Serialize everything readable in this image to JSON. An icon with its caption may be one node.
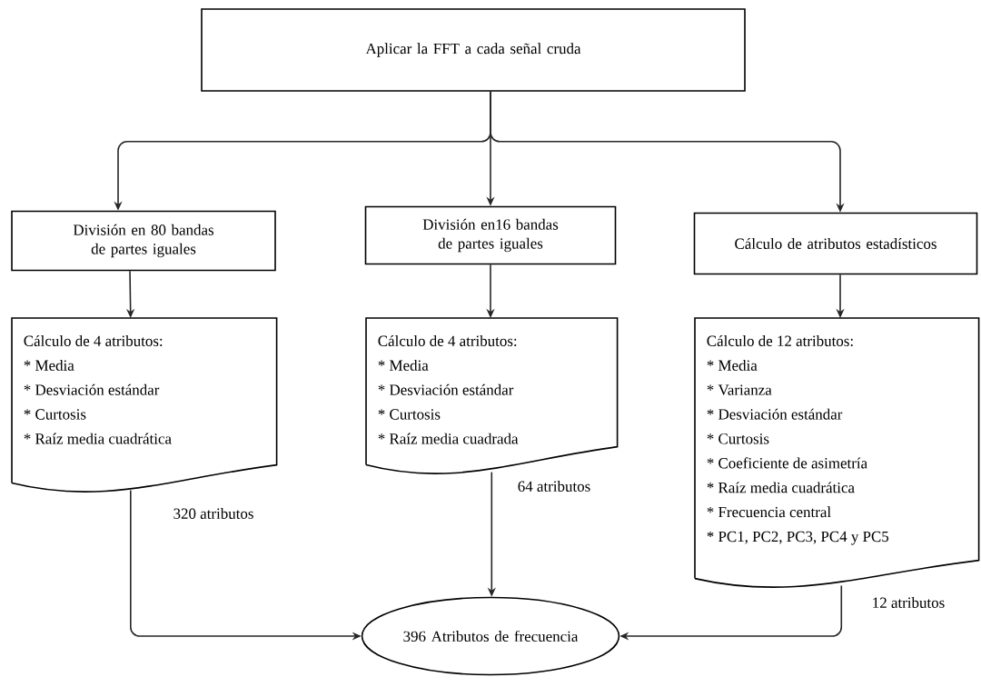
{
  "diagram": {
    "nodes": [
      {
        "text": [
          "Aplicar la FFT a cada señal cruda"
        ]
      },
      {
        "text": [
          "División en 80 bandas de partes iguales"
        ]
      },
      {
        "text": [
          "División en16 bandas de partes iguales"
        ]
      },
      {
        "text": [
          "Cálculo de atributos estadísticos"
        ]
      },
      {
        "text": [
          "Cálculo de 4 atributos:",
          "* Media",
          "* Desviación estándar",
          "* Curtosis",
          "* Raíz media cuadrática"
        ]
      },
      {
        "text": [
          "Cálculo de 4 atributos:",
          "* Media",
          "* Desviación estándar",
          "* Curtosis",
          "* Raíz media cuadrada"
        ]
      },
      {
        "text": [
          "Cálculo de 12 atributos:",
          "* Media",
          "* Varianza",
          "* Desviación estándar",
          "* Curtosis",
          "* Coeficiente de asimetría",
          "* Raíz media cuadrática",
          "* Frecuencia central",
          "* PC1, PC2, PC3, PC4 y PC5"
        ]
      },
      {
        "text": [
          "396 Atributos de frecuencia"
        ]
      }
    ],
    "edges": [
      {
        "from": 0,
        "to": 1,
        "arrow": "to"
      },
      {
        "from": 0,
        "to": 2,
        "arrow": "to"
      },
      {
        "from": 0,
        "to": 3,
        "arrow": "to"
      },
      {
        "from": 1,
        "to": 4,
        "arrow": "to"
      },
      {
        "from": 2,
        "to": 5,
        "arrow": "to"
      },
      {
        "from": 3,
        "to": 6,
        "arrow": "to"
      },
      {
        "from": 4,
        "to": 7,
        "label": "320 atributos",
        "arrow": "to"
      },
      {
        "from": 5,
        "to": 7,
        "label": "64 atributos",
        "arrow": "to"
      },
      {
        "from": 6,
        "to": 7,
        "label": "12 atributos",
        "arrow": "to"
      }
    ]
  }
}
